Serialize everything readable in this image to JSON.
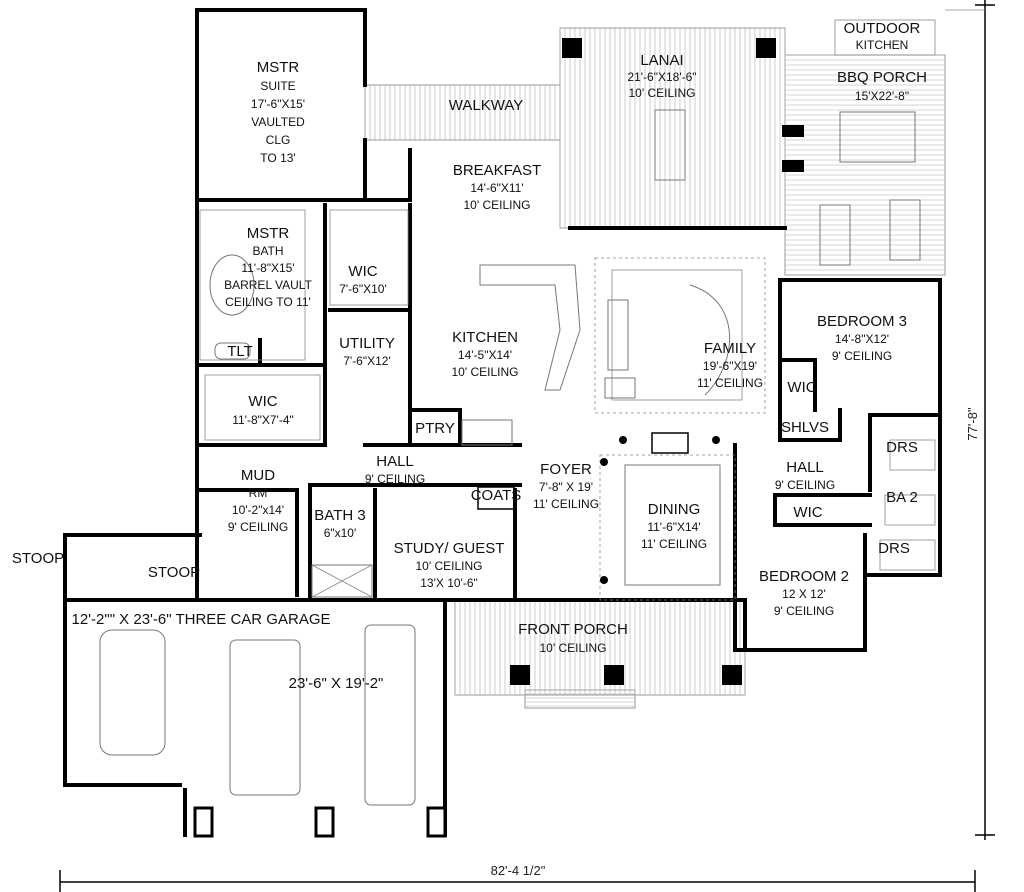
{
  "rooms": {
    "mstr_suite": {
      "lines": [
        "MSTR",
        "SUITE",
        "17'-6\"X15'",
        "VAULTED",
        "CLG",
        "TO 13'"
      ]
    },
    "walkway": {
      "lines": [
        "WALKWAY"
      ]
    },
    "lanai": {
      "lines": [
        "LANAI",
        "21'-6\"X18'-6\"",
        "10' CEILING"
      ]
    },
    "outdoor_kitchen": {
      "lines": [
        "OUTDOOR",
        "KITCHEN"
      ]
    },
    "bbq_porch": {
      "lines": [
        "BBQ PORCH",
        "15'X22'-8\""
      ]
    },
    "breakfast": {
      "lines": [
        "BREAKFAST",
        "14'-6\"X11'",
        "10' CEILING"
      ]
    },
    "mstr_bath": {
      "lines": [
        "MSTR",
        "BATH",
        "11'-8\"X15'",
        "BARREL VAULT",
        "CEILING TO 11'"
      ]
    },
    "wic_master": {
      "lines": [
        "WIC",
        "7'-6\"X10'"
      ]
    },
    "utility": {
      "lines": [
        "UTILITY",
        "7'-6\"X12'"
      ]
    },
    "kitchen": {
      "lines": [
        "KITCHEN",
        "14'-5\"X14'",
        "10' CEILING"
      ]
    },
    "family": {
      "lines": [
        "FAMILY",
        "19'-6\"X19'",
        "11' CEILING"
      ]
    },
    "bedroom3": {
      "lines": [
        "BEDROOM 3",
        "14'-8\"X12'",
        "9' CEILING"
      ]
    },
    "tlt": {
      "lines": [
        "TLT"
      ]
    },
    "wic_bath": {
      "lines": [
        "WIC",
        "11'-8\"X7'-4\""
      ]
    },
    "wic_bed3": {
      "lines": [
        "WIC"
      ]
    },
    "ptry": {
      "lines": [
        "PTRY"
      ]
    },
    "shlvs": {
      "lines": [
        "SHLVS"
      ]
    },
    "drs_top": {
      "lines": [
        "DRS"
      ]
    },
    "hall_main": {
      "lines": [
        "HALL",
        "9' CEILING"
      ]
    },
    "mud_rm": {
      "lines": [
        "MUD",
        "RM",
        "10'-2\"x14'",
        "9' CEILING"
      ]
    },
    "coats": {
      "lines": [
        "COATS"
      ]
    },
    "foyer": {
      "lines": [
        "FOYER",
        "7'-8\" X 19'",
        "11' CEILING"
      ]
    },
    "hall_bed": {
      "lines": [
        "HALL",
        "9' CEILING"
      ]
    },
    "ba2": {
      "lines": [
        "BA 2"
      ]
    },
    "bath3": {
      "lines": [
        "BATH 3",
        "6\"x10'"
      ]
    },
    "dining": {
      "lines": [
        "DINING",
        "11'-6\"X14'",
        "11' CEILING"
      ]
    },
    "wic_hall": {
      "lines": [
        "WIC"
      ]
    },
    "stoop_left": {
      "lines": [
        "STOOP"
      ]
    },
    "study": {
      "lines": [
        "STUDY/ GUEST",
        "10' CEILING",
        "13'X 10'-6\""
      ]
    },
    "drs_bottom": {
      "lines": [
        "DRS"
      ]
    },
    "stoop_garage": {
      "lines": [
        "STOOP"
      ]
    },
    "bedroom2": {
      "lines": [
        "BEDROOM 2",
        "12 X 12'",
        "9' CEILING"
      ]
    },
    "garage_title": {
      "lines": [
        "12'-2\"\" X 23'-6\" THREE CAR GARAGE"
      ]
    },
    "front_porch": {
      "lines": [
        "FRONT PORCH",
        "10'   CEILING"
      ]
    },
    "garage_dim": {
      "lines": [
        "23'-6\" X 19'-2\""
      ]
    }
  },
  "dimensions": {
    "width": "82'-4 1/2\"",
    "depth": "77'-8\""
  }
}
